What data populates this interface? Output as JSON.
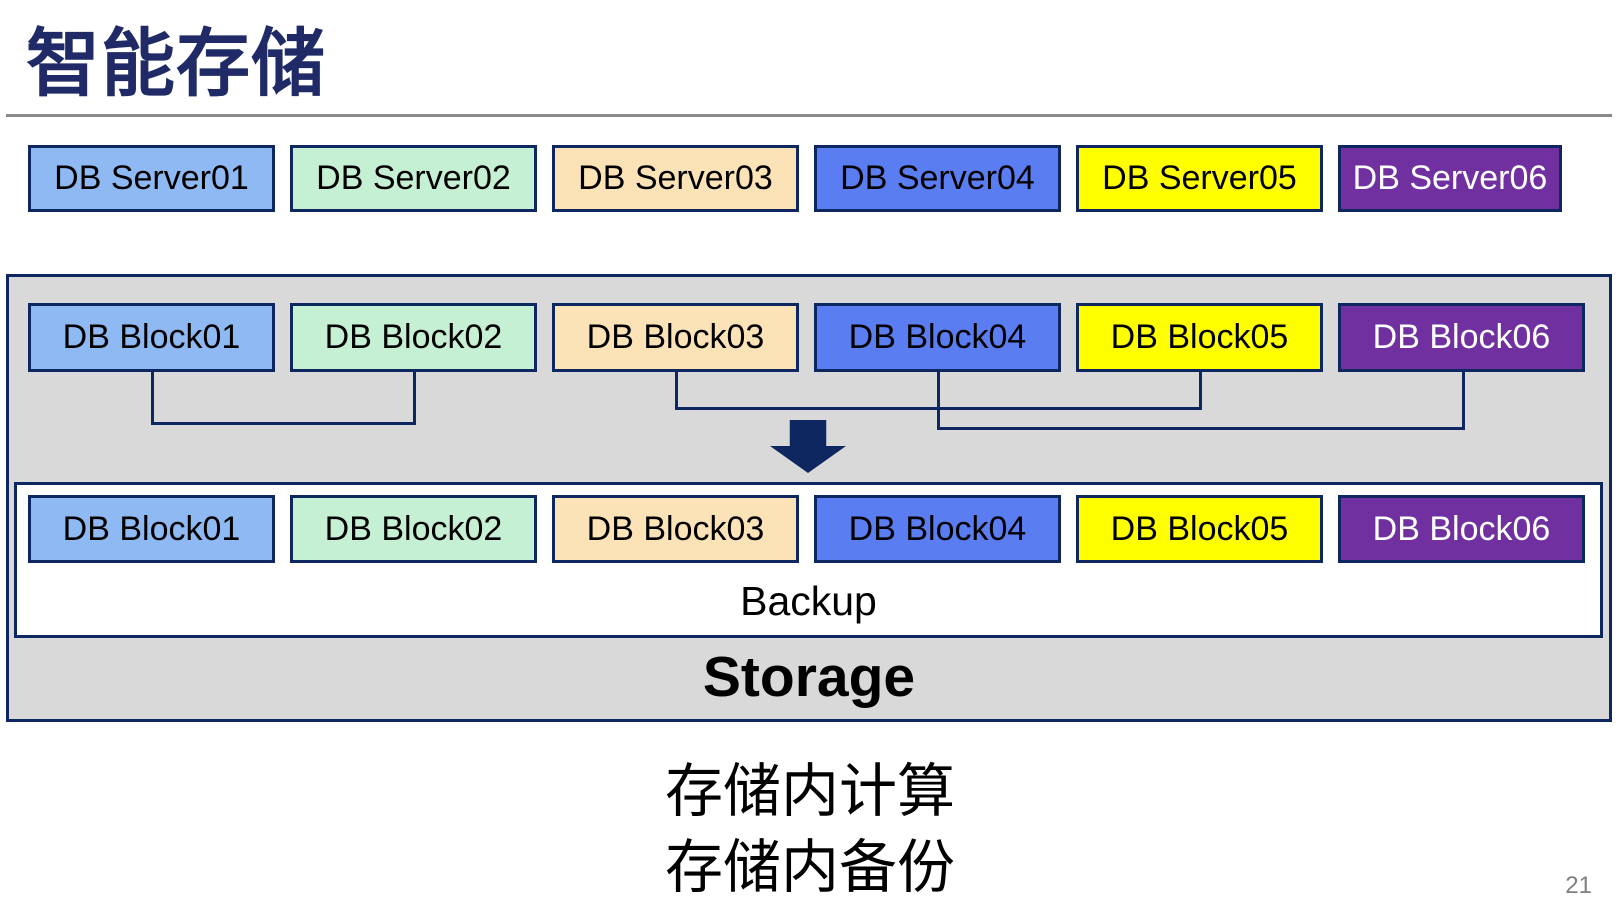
{
  "slide": {
    "title": "智能存储",
    "page_number": "21",
    "background": "#FFFFFF"
  },
  "palette": {
    "navy": "#0F2760",
    "title_color": "#1F2A66",
    "container_gray": "#D9D9D9",
    "divider_gray": "#8A8A8A",
    "page_number_gray": "#808080",
    "box_styles": [
      {
        "name": "light-blue",
        "fill": "#8FB9F3",
        "text": "#000000"
      },
      {
        "name": "mint-green",
        "fill": "#C6F0D4",
        "text": "#000000"
      },
      {
        "name": "tan",
        "fill": "#FBE3B7",
        "text": "#000000"
      },
      {
        "name": "medium-blue",
        "fill": "#5A7DF2",
        "text": "#000000"
      },
      {
        "name": "yellow",
        "fill": "#FFFF00",
        "text": "#000000"
      },
      {
        "name": "purple",
        "fill": "#7030A0",
        "text": "#FFFFFF"
      }
    ]
  },
  "db_servers": [
    {
      "label": "DB Server01"
    },
    {
      "label": "DB Server02"
    },
    {
      "label": "DB Server03"
    },
    {
      "label": "DB Server04"
    },
    {
      "label": "DB Server05"
    },
    {
      "label": "DB Server06"
    }
  ],
  "storage": {
    "label": "Storage",
    "db_blocks": [
      {
        "label": "DB Block01"
      },
      {
        "label": "DB Block02"
      },
      {
        "label": "DB Block03"
      },
      {
        "label": "DB Block04"
      },
      {
        "label": "DB Block05"
      },
      {
        "label": "DB Block06"
      }
    ],
    "backup": {
      "label": "Backup",
      "db_blocks": [
        {
          "label": "DB Block01"
        },
        {
          "label": "DB Block02"
        },
        {
          "label": "DB Block03"
        },
        {
          "label": "DB Block04"
        },
        {
          "label": "DB Block05"
        },
        {
          "label": "DB Block06"
        }
      ]
    }
  },
  "icons": {
    "down_arrow": "down-arrow"
  },
  "captions": {
    "line1": "存储内计算",
    "line2": "存储内备份"
  }
}
